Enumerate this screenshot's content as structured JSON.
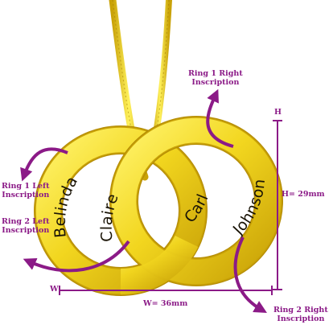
{
  "colors": {
    "annotation": "#8b1a87",
    "gold_light": "#fff36a",
    "gold_mid": "#f0d21c",
    "gold_dark": "#b58d06",
    "engraving": "#1a1406"
  },
  "inscriptions": {
    "ring1_left": "Belinda",
    "ring1_right": "Johnson",
    "ring2_left": "Claire",
    "ring2_right": "Carl"
  },
  "callouts": {
    "ring1_right": {
      "line1": "Ring 1 Right",
      "line2": "Inscription"
    },
    "ring1_left": {
      "line1": "Ring 1 Left",
      "line2": "Inscription"
    },
    "ring2_left": {
      "line1": "Ring 2 Left",
      "line2": "Inscription"
    },
    "ring2_right": {
      "line1": "Ring 2 Right",
      "line2": "Inscription"
    }
  },
  "dimensions": {
    "height_marker": "H",
    "height_label": "H= 29mm",
    "width_marker": "W",
    "width_label": "W= 36mm"
  }
}
